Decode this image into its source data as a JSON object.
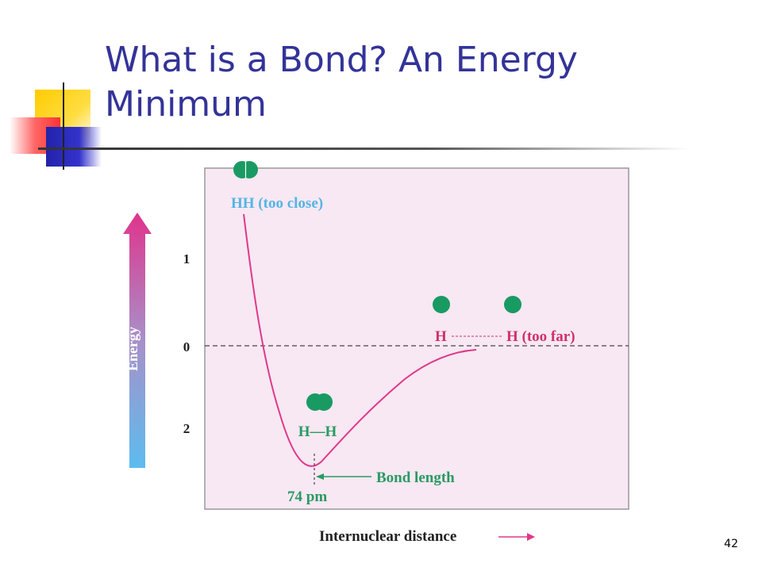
{
  "slide": {
    "title": "What is a Bond? An Energy Minimum",
    "page_number": "42"
  },
  "diagram": {
    "energy_axis_label": "Energy",
    "x_axis_label": "Internuclear distance",
    "y_tick_labels": [
      "1",
      "0",
      "2"
    ],
    "label_too_close": "HH (too close)",
    "label_too_far_h1": "H",
    "label_too_far_h2": "H (too far)",
    "label_bonded": "H—H",
    "label_bond_length": "Bond length",
    "label_distance": "74 pm",
    "colors": {
      "panel": "#f7e8f3",
      "curve": "#e0388a",
      "atom": "#1a9a63",
      "label_blue": "#55b4e4",
      "label_magenta": "#d0306e",
      "label_green": "#2a9a62"
    }
  }
}
